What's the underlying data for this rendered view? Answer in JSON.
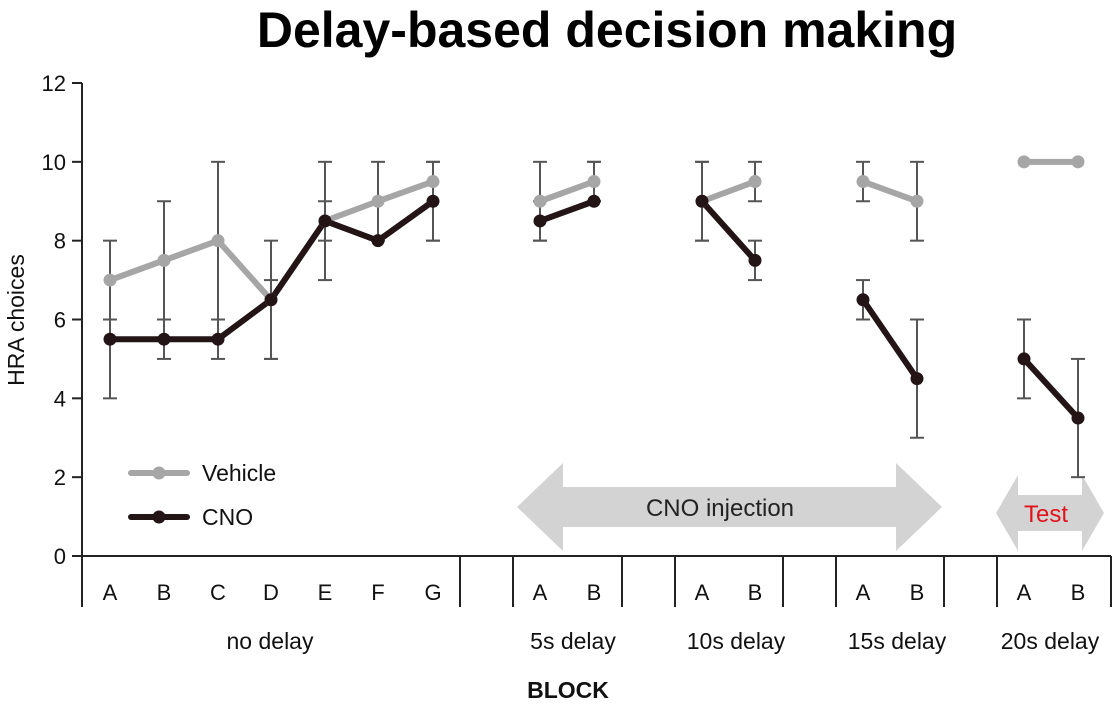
{
  "chart_data": {
    "type": "line",
    "title": "Delay-based decision making",
    "ylabel": "HRA choices",
    "xlabel": "BLOCK",
    "ylim": [
      0,
      12
    ],
    "yticks": [
      0,
      2,
      4,
      6,
      8,
      10,
      12
    ],
    "grid": false,
    "legend_position": "bottom-left",
    "groups": [
      {
        "label": "no delay",
        "categories": [
          "A",
          "B",
          "C",
          "D",
          "E",
          "F",
          "G"
        ]
      },
      {
        "label": "5s delay",
        "categories": [
          "A",
          "B"
        ]
      },
      {
        "label": "10s delay",
        "categories": [
          "A",
          "B"
        ]
      },
      {
        "label": "15s delay",
        "categories": [
          "A",
          "B"
        ]
      },
      {
        "label": "20s delay",
        "categories": [
          "A",
          "B"
        ]
      }
    ],
    "series": [
      {
        "name": "Vehicle",
        "color": "#a6a6a6",
        "values": [
          [
            7,
            7.5,
            8,
            6.5,
            8.5,
            9,
            9.5
          ],
          [
            9,
            9.5
          ],
          [
            9,
            9.5
          ],
          [
            9.5,
            9
          ],
          [
            10,
            10
          ]
        ],
        "error_low": [
          [
            6,
            6,
            6,
            5,
            7,
            8,
            8
          ],
          [
            8,
            9
          ],
          [
            8,
            9
          ],
          [
            9,
            8
          ],
          [
            10,
            10
          ]
        ],
        "error_high": [
          [
            8,
            9,
            10,
            8,
            10,
            10,
            10
          ],
          [
            10,
            10
          ],
          [
            10,
            10
          ],
          [
            10,
            10
          ],
          [
            10,
            10
          ]
        ]
      },
      {
        "name": "CNO",
        "color": "#231416",
        "values": [
          [
            5.5,
            5.5,
            5.5,
            6.5,
            8.5,
            8,
            9
          ],
          [
            8.5,
            9
          ],
          [
            9,
            7.5
          ],
          [
            6.5,
            4.5
          ],
          [
            5,
            3.5
          ]
        ],
        "error_low": [
          [
            4,
            5,
            5,
            5,
            8,
            8,
            8
          ],
          [
            8,
            9
          ],
          [
            8,
            7
          ],
          [
            6,
            3
          ],
          [
            4,
            2
          ]
        ],
        "error_high": [
          [
            6,
            6,
            6,
            7,
            9,
            8,
            10
          ],
          [
            9,
            10
          ],
          [
            10,
            8
          ],
          [
            7,
            6
          ],
          [
            6,
            5
          ]
        ]
      }
    ],
    "annotations": [
      {
        "text": "CNO injection",
        "color": "#222222",
        "fill": "#d3d3d3"
      },
      {
        "text": "Test",
        "color": "#e0141c",
        "fill": "#d3d3d3"
      }
    ]
  }
}
